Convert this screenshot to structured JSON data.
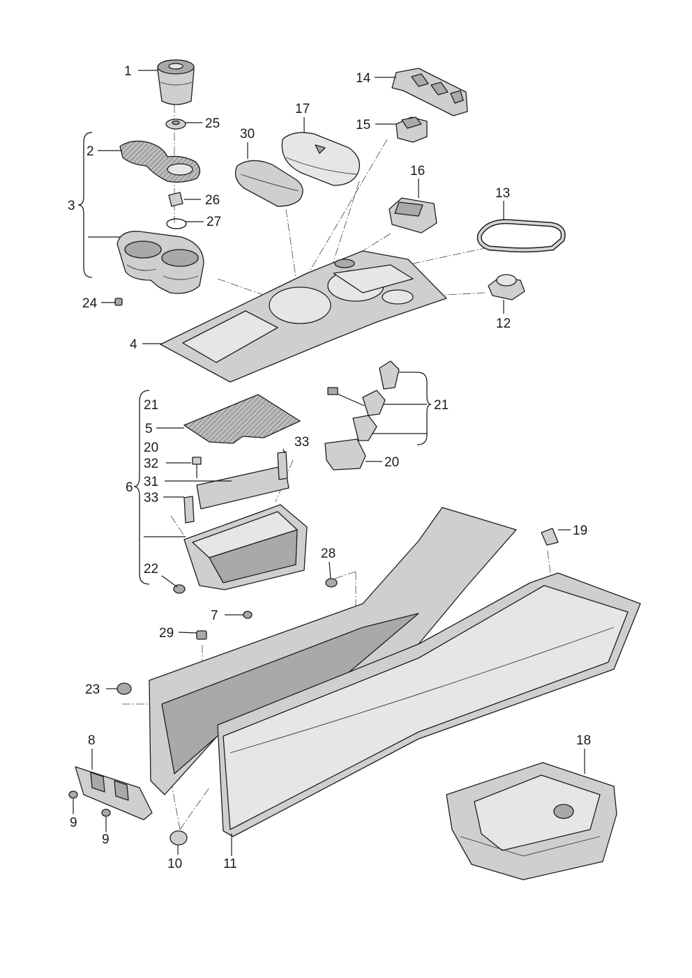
{
  "labels": {
    "l1": "1",
    "l2": "2",
    "l3": "3",
    "l4": "4",
    "l5": "5",
    "l6": "6",
    "l7": "7",
    "l8": "8",
    "l9a": "9",
    "l9b": "9",
    "l10": "10",
    "l11": "11",
    "l12": "12",
    "l13": "13",
    "l14": "14",
    "l15": "15",
    "l16": "16",
    "l17": "17",
    "l18": "18",
    "l19": "19",
    "l20a": "20",
    "l20b": "20",
    "l21a": "21",
    "l21b": "21",
    "l22": "22",
    "l23": "23",
    "l24": "24",
    "l25": "25",
    "l26": "26",
    "l27": "27",
    "l28": "28",
    "l29": "29",
    "l30": "30",
    "l31": "31",
    "l32": "32",
    "l33a": "33",
    "l33b": "33"
  }
}
